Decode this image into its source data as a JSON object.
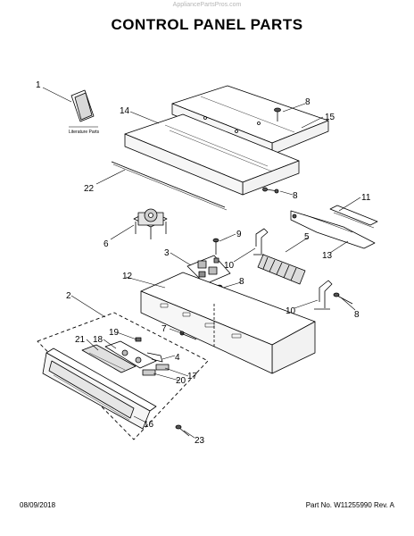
{
  "watermark": "AppliancePartsPros.com",
  "title": "CONTROL PANEL PARTS",
  "literature_label": "Literature Parts",
  "callouts": {
    "c1": "1",
    "c2": "2",
    "c3": "3",
    "c4": "4",
    "c5": "5",
    "c6": "6",
    "c7": "7",
    "c8a": "8",
    "c8b": "8",
    "c8c": "8",
    "c8d": "8",
    "c9": "9",
    "c10a": "10",
    "c10b": "10",
    "c11": "11",
    "c12": "12",
    "c13": "13",
    "c14": "14",
    "c15": "15",
    "c16": "16",
    "c17": "17",
    "c18": "18",
    "c19": "19",
    "c20": "20",
    "c21": "21",
    "c22": "22",
    "c23": "23"
  },
  "footer": {
    "date": "08/09/2018",
    "part_number": "Part No. W11255990  Rev. A"
  }
}
